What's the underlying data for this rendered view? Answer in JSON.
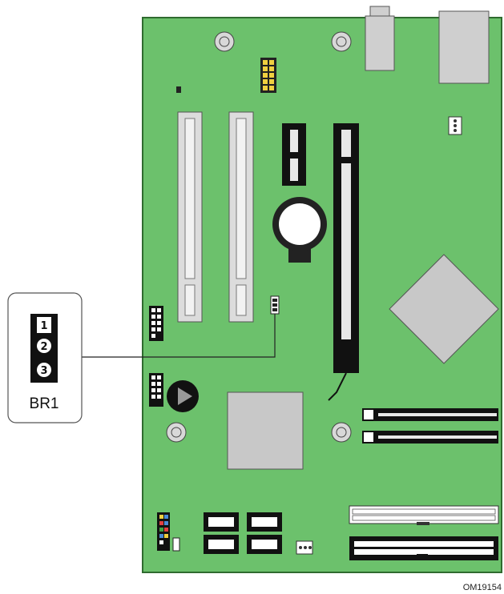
{
  "callout": {
    "pins": [
      "1",
      "2",
      "3"
    ],
    "label": "BR1"
  },
  "figure_id": "OM19154",
  "colors": {
    "board": "#6cc16c",
    "board_edge": "#2f6b2f",
    "slot": "#dcdcdc",
    "chip": "#c8c8c8",
    "dark": "#111111"
  }
}
